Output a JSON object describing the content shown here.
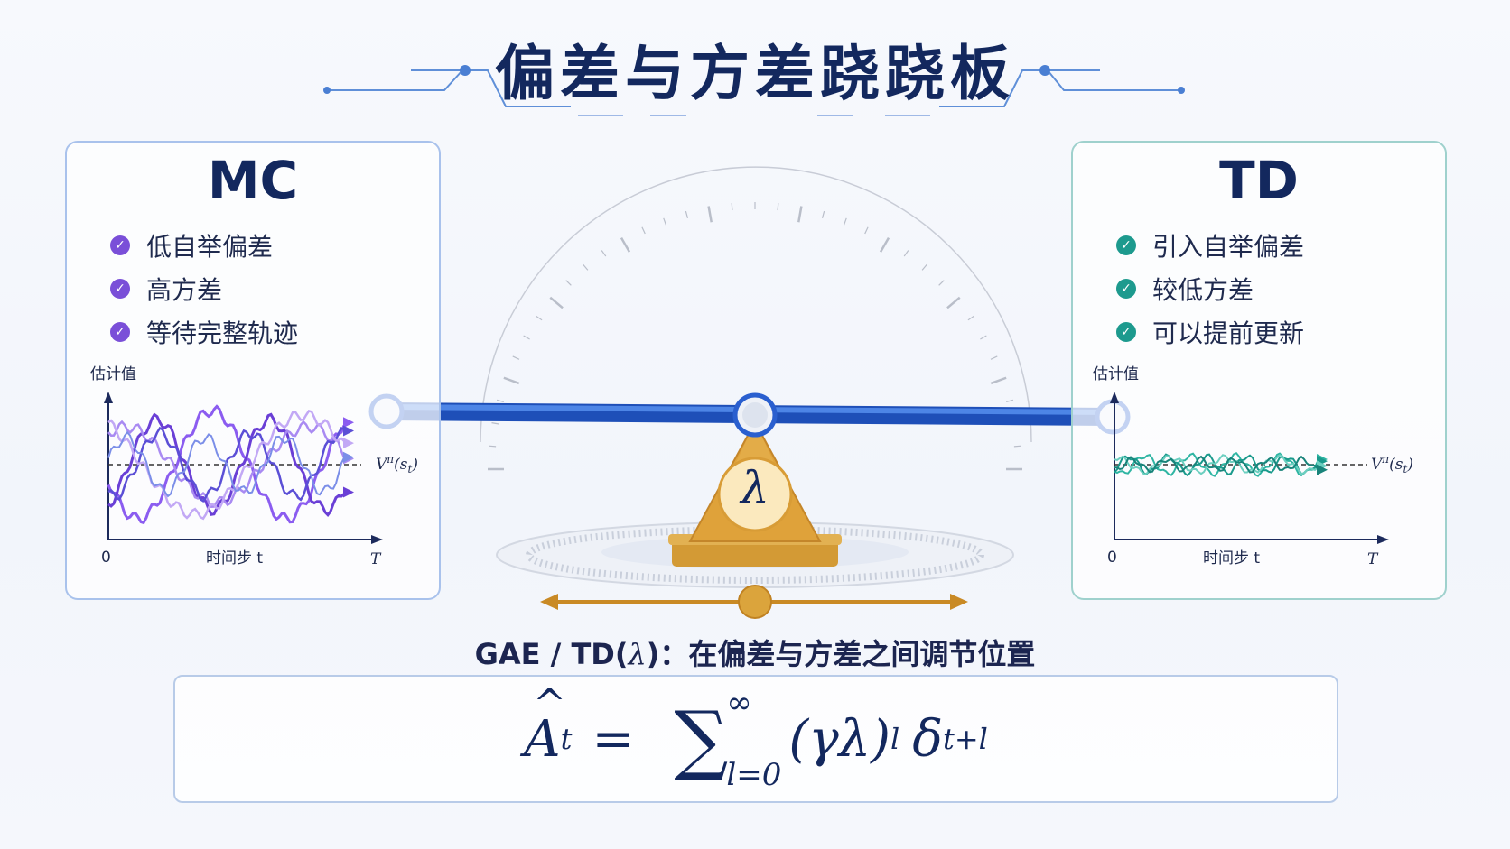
{
  "title": "偏差与方差跷跷板",
  "mc_panel": {
    "title": "MC",
    "bullets": [
      "低自举偏差",
      "高方差",
      "等待完整轨迹"
    ],
    "chart": {
      "ylabel": "估计值",
      "xlabel": "时间步 t",
      "x_start": "0",
      "x_end": "T",
      "ref_label": "V^π(s_t)"
    }
  },
  "td_panel": {
    "title": "TD",
    "bullets": [
      "引入自举偏差",
      "较低方差",
      "可以提前更新"
    ],
    "chart": {
      "ylabel": "估计值",
      "xlabel": "时间步 t",
      "x_start": "0",
      "x_end": "T",
      "ref_label": "V^π(s_t)"
    }
  },
  "seesaw": {
    "fulcrum_symbol": "λ"
  },
  "caption": {
    "prefix": "GAE / TD(",
    "lambda": "λ",
    "suffix": ")：在偏差与方差之间调节位置"
  },
  "formula": {
    "lhs_base": "A",
    "lhs_sub": "t",
    "equals": "=",
    "sum_upper": "∞",
    "sum_lower": "l=0",
    "term": "(γλ)",
    "term_sup": "l",
    "delta": "δ",
    "delta_sub": "t+l"
  },
  "colors": {
    "title": "#13285e",
    "mc_accent": "#7a4fd8",
    "td_accent": "#1d9a8e",
    "beam": "#2a5fcf",
    "fulcrum": "#d9a03a",
    "slider": "#d9a03a"
  }
}
